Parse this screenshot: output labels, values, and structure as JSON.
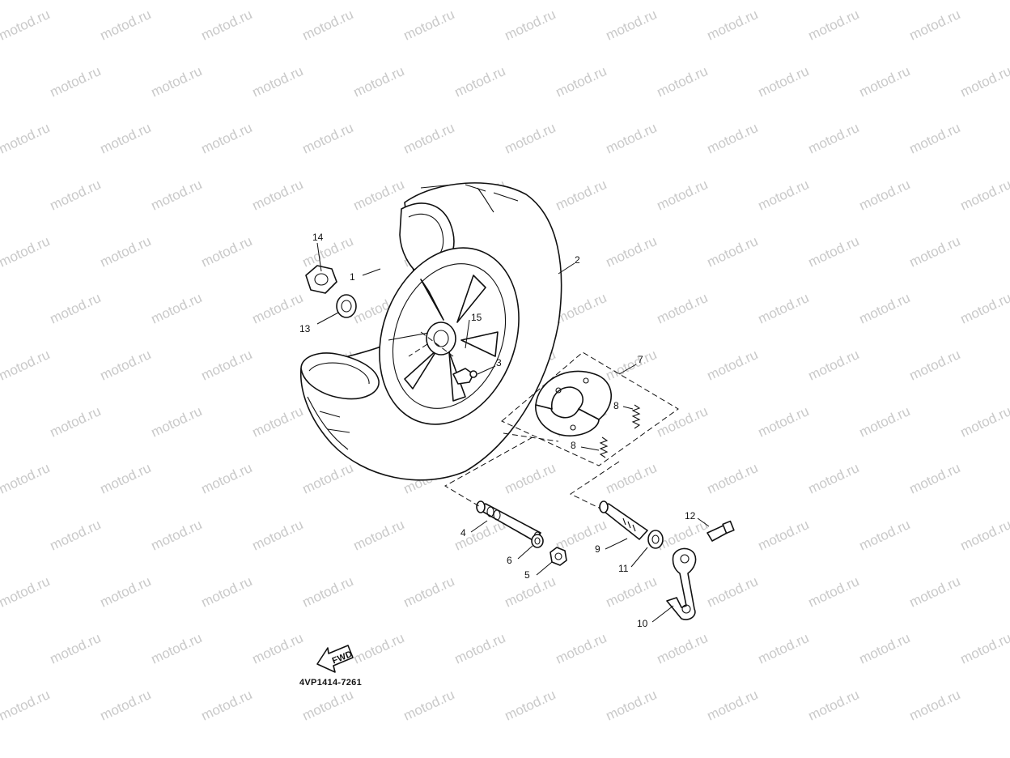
{
  "watermark": {
    "text": "motod.ru",
    "color": "#c9c9c9"
  },
  "diagram": {
    "type": "exploded-parts-diagram",
    "drawing_code": "4VP1414-7261",
    "fwd_label": "FWD",
    "callouts": [
      {
        "id": "14",
        "label": "14"
      },
      {
        "id": "1",
        "label": "1"
      },
      {
        "id": "2",
        "label": "2"
      },
      {
        "id": "13",
        "label": "13"
      },
      {
        "id": "15",
        "label": "15"
      },
      {
        "id": "3",
        "label": "3"
      },
      {
        "id": "7",
        "label": "7"
      },
      {
        "id": "8a",
        "label": "8"
      },
      {
        "id": "8b",
        "label": "8"
      },
      {
        "id": "12",
        "label": "12"
      },
      {
        "id": "4",
        "label": "4"
      },
      {
        "id": "9",
        "label": "9"
      },
      {
        "id": "6",
        "label": "6"
      },
      {
        "id": "11",
        "label": "11"
      },
      {
        "id": "5",
        "label": "5"
      },
      {
        "id": "10",
        "label": "10"
      }
    ]
  }
}
